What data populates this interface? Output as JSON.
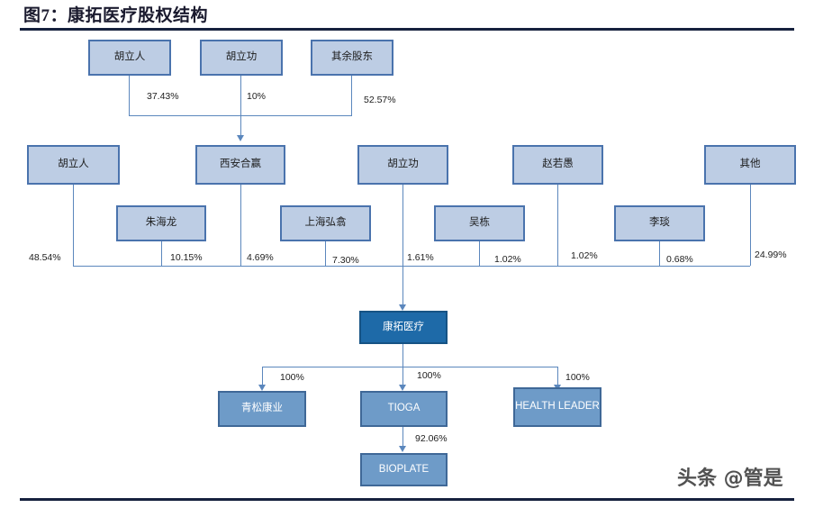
{
  "figure": {
    "title": "图7：康拓医疗股权结构",
    "watermark": "头条 @管是"
  },
  "chart_data": {
    "type": "diagram",
    "title": "图7：康拓医疗股权结构",
    "subtype": "equity-ownership-structure",
    "nodes": [
      {
        "id": "n1",
        "label": "胡立人",
        "tier": 1,
        "style": "light"
      },
      {
        "id": "n2",
        "label": "胡立功",
        "tier": 1,
        "style": "light"
      },
      {
        "id": "n3",
        "label": "其余股东",
        "tier": 1,
        "style": "light"
      },
      {
        "id": "n4",
        "label": "胡立人",
        "tier": 2,
        "style": "light"
      },
      {
        "id": "n5",
        "label": "西安合赢",
        "tier": 2,
        "style": "light"
      },
      {
        "id": "n6",
        "label": "胡立功",
        "tier": 2,
        "style": "light"
      },
      {
        "id": "n7",
        "label": "赵若愚",
        "tier": 2,
        "style": "light"
      },
      {
        "id": "n8",
        "label": "其他",
        "tier": 2,
        "style": "light"
      },
      {
        "id": "n9",
        "label": "朱海龙",
        "tier": 3,
        "style": "light"
      },
      {
        "id": "n10",
        "label": "上海弘翕",
        "tier": 3,
        "style": "light"
      },
      {
        "id": "n11",
        "label": "吴栋",
        "tier": 3,
        "style": "light"
      },
      {
        "id": "n12",
        "label": "李琰",
        "tier": 3,
        "style": "light"
      },
      {
        "id": "n13",
        "label": "康拓医疗",
        "tier": 4,
        "style": "dark"
      },
      {
        "id": "n14",
        "label": "青松康业",
        "tier": 5,
        "style": "mid"
      },
      {
        "id": "n15",
        "label": "TIOGA",
        "tier": 5,
        "style": "mid"
      },
      {
        "id": "n16",
        "label": "HEALTH LEADER",
        "tier": 5,
        "style": "mid"
      },
      {
        "id": "n17",
        "label": "BIOPLATE",
        "tier": 6,
        "style": "mid"
      }
    ],
    "edges": [
      {
        "from": "胡立人",
        "to": "西安合赢",
        "value": "37.43%"
      },
      {
        "from": "胡立功",
        "to": "西安合赢",
        "value": "10%"
      },
      {
        "from": "其余股东",
        "to": "西安合赢",
        "value": "52.57%"
      },
      {
        "from": "胡立人",
        "to": "康拓医疗",
        "value": "48.54%"
      },
      {
        "from": "朱海龙",
        "to": "康拓医疗",
        "value": "10.15%"
      },
      {
        "from": "西安合赢",
        "to": "康拓医疗",
        "value": "4.69%"
      },
      {
        "from": "上海弘翕",
        "to": "康拓医疗",
        "value": "7.30%"
      },
      {
        "from": "胡立功",
        "to": "康拓医疗",
        "value": "1.61%"
      },
      {
        "from": "吴栋",
        "to": "康拓医疗",
        "value": "1.02%"
      },
      {
        "from": "赵若愚",
        "to": "康拓医疗",
        "value": "1.02%"
      },
      {
        "from": "李琰",
        "to": "康拓医疗",
        "value": "0.68%"
      },
      {
        "from": "其他",
        "to": "康拓医疗",
        "value": "24.99%"
      },
      {
        "from": "康拓医疗",
        "to": "青松康业",
        "value": "100%"
      },
      {
        "from": "康拓医疗",
        "to": "TIOGA",
        "value": "100%"
      },
      {
        "from": "康拓医疗",
        "to": "HEALTH LEADER",
        "value": "100%"
      },
      {
        "from": "TIOGA",
        "to": "BIOPLATE",
        "value": "92.06%"
      }
    ],
    "colors": {
      "node_light_fill": "#bdcde4",
      "node_light_border": "#4a73ad",
      "node_mid_fill": "#6e9bc8",
      "node_mid_border": "#3f6897",
      "node_dark_fill": "#1e6aa8",
      "node_dark_border": "#165384",
      "connector": "#5b87bd",
      "rule": "#16213e"
    }
  },
  "tier1": {
    "hu_liren": "胡立人",
    "hu_ligong": "胡立功",
    "other_shareholders": "其余股东",
    "pct_hu_liren": "37.43%",
    "pct_hu_ligong": "10%",
    "pct_other": "52.57%"
  },
  "tier2": {
    "hu_liren": "胡立人",
    "xian_heying": "西安合赢",
    "hu_ligong": "胡立功",
    "zhao_ruoyu": "赵若愚",
    "qita": "其他"
  },
  "tier3": {
    "zhu_hailong": "朱海龙",
    "shanghai_hongxi": "上海弘翕",
    "wu_dong": "吴栋",
    "li_yan": "李琰"
  },
  "tier_pcts": {
    "hu_liren": "48.54%",
    "zhu_hailong": "10.15%",
    "xian_heying": "4.69%",
    "shanghai_hongxi": "7.30%",
    "hu_ligong": "1.61%",
    "wu_dong": "1.02%",
    "zhao_ruoyu": "1.02%",
    "li_yan": "0.68%",
    "qita": "24.99%"
  },
  "company": {
    "name": "康拓医疗"
  },
  "subsidiaries": {
    "qingsong": "青松康业",
    "tioga": "TIOGA",
    "health_leader": "HEALTH LEADER",
    "bioplate": "BIOPLATE",
    "pct_qingsong": "100%",
    "pct_tioga": "100%",
    "pct_health_leader": "100%",
    "pct_bioplate": "92.06%"
  }
}
